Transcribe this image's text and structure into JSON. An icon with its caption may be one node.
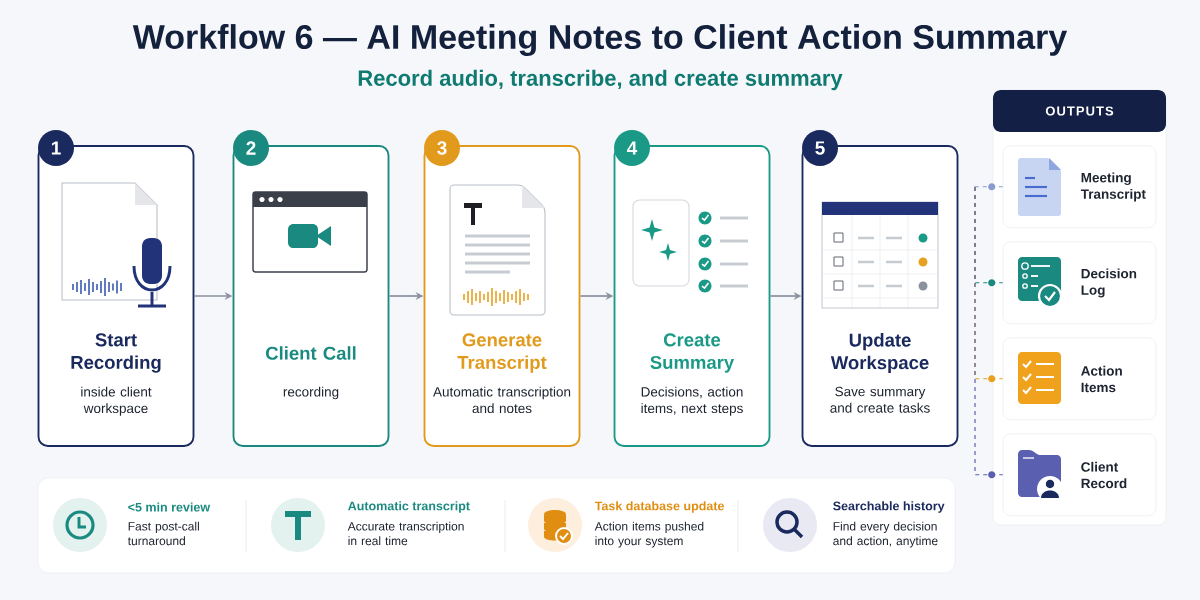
{
  "diagram": {
    "title": "Workflow 6 — AI Meeting Notes to Client Action Summary",
    "nodes": [
      {
        "text": [
          "1",
          "Start Recording",
          "inside client workspace"
        ]
      },
      {
        "text": [
          "2",
          "Client Call",
          "recording"
        ]
      },
      {
        "text": [
          "3",
          "Generate Transcript",
          "Automatic transcription and notes"
        ]
      },
      {
        "text": [
          "4",
          "Create Summary",
          "Decisions, action items, next steps"
        ]
      },
      {
        "text": [
          "5",
          "Update Workspace",
          "Save summary and create tasks"
        ]
      },
      {
        "text": [
          "OUTPUTS"
        ]
      },
      {
        "text": [
          "Meeting Transcript"
        ],
        "in": 5
      },
      {
        "text": [
          "Decision Log"
        ],
        "in": 5
      },
      {
        "text": [
          "Action Items"
        ],
        "in": 5
      },
      {
        "text": [
          "Client Record"
        ],
        "in": 5
      }
    ],
    "edges": [
      {
        "from": 0,
        "to": 1,
        "arrow": "to"
      },
      {
        "from": 1,
        "to": 2,
        "arrow": "to"
      },
      {
        "from": 2,
        "to": 3,
        "arrow": "to"
      },
      {
        "from": 3,
        "to": 4,
        "arrow": "to"
      },
      {
        "from": null,
        "to": 6,
        "arrow": "none",
        "style": "dashed",
        "color": "#8a9bd0"
      },
      {
        "from": null,
        "to": 7,
        "arrow": "none",
        "style": "dashed",
        "color": "#1a8a80"
      },
      {
        "from": null,
        "to": 8,
        "arrow": "none",
        "style": "dashed",
        "color": "#e8a020"
      },
      {
        "from": null,
        "to": 9,
        "arrow": "none",
        "style": "dashed",
        "color": "#5a5fb0"
      }
    ],
    "labels": [
      "Record audio, transcribe, and create summary",
      "<5 min review",
      "Fast post-call turnaround",
      "Automatic transcript",
      "Accurate transcription in real time",
      "Task database update",
      "Action items pushed into your system",
      "Searchable history",
      "Find every decision and action, anytime"
    ]
  }
}
